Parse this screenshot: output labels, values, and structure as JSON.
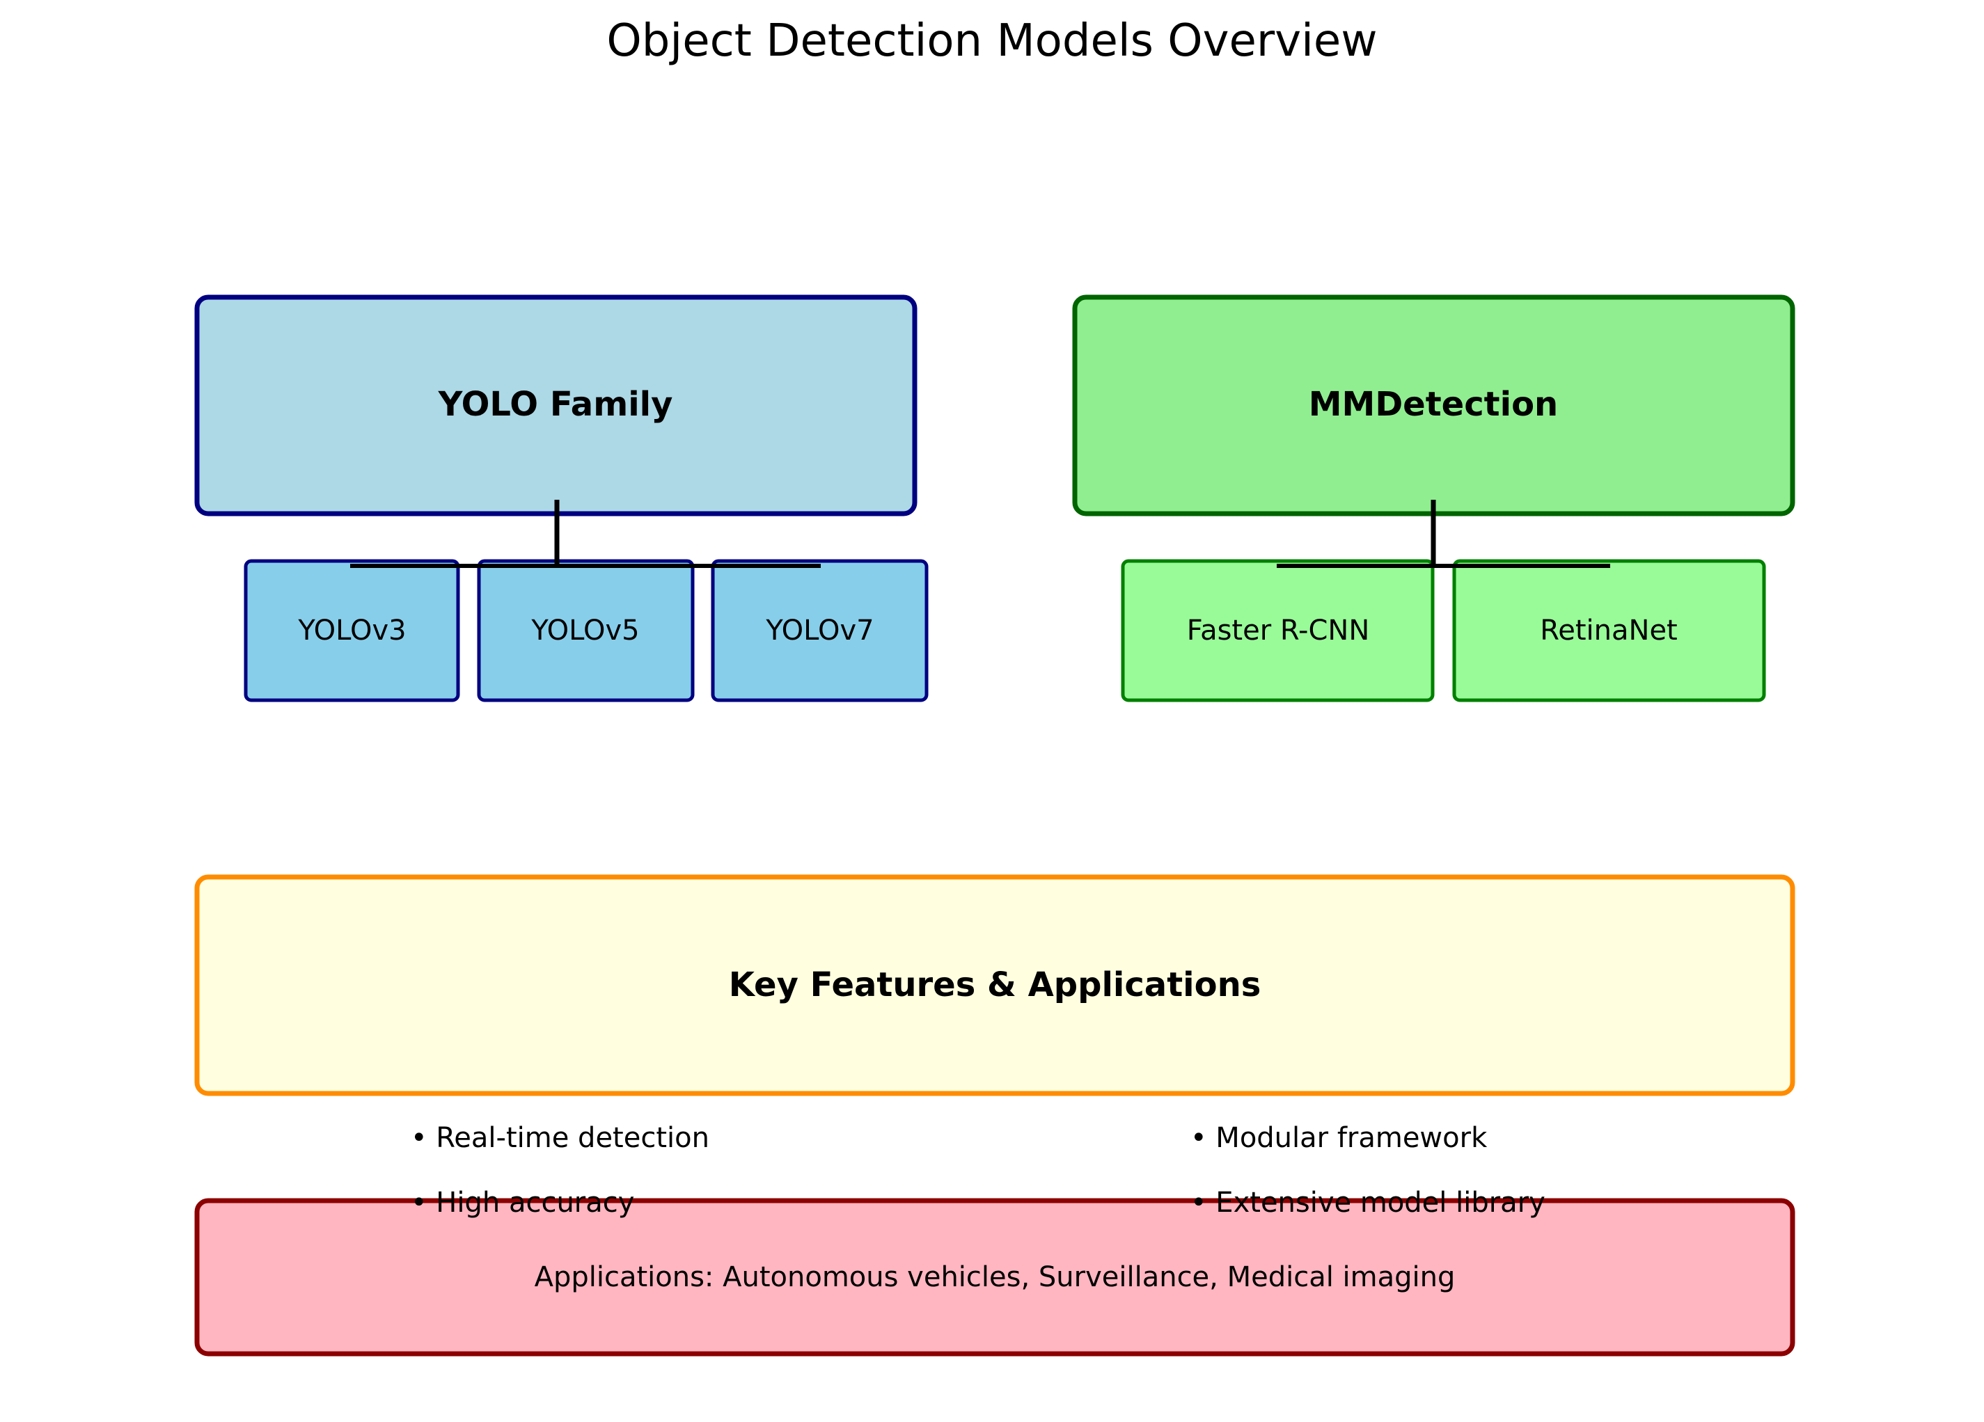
{
  "title": "Object Detection Models Overview",
  "groups": {
    "yolo": {
      "label": "YOLO Family",
      "fill": "#add8e6",
      "stroke": "#000080",
      "child_fill": "#87ceeb",
      "children": [
        "YOLOv3",
        "YOLOv5",
        "YOLOv7"
      ]
    },
    "mmdet": {
      "label": "MMDetection",
      "fill": "#90ee90",
      "stroke": "#006400",
      "child_fill": "#98fb98",
      "child_stroke": "#008000",
      "children": [
        "Faster R-CNN",
        "RetinaNet"
      ]
    }
  },
  "features": {
    "label": "Key Features & Applications",
    "fill": "#ffffe0",
    "stroke": "#ff8c00",
    "left_bullets": [
      "• Real-time detection",
      "• High accuracy"
    ],
    "right_bullets": [
      "• Modular framework",
      "• Extensive model library"
    ]
  },
  "applications": {
    "text": "Applications: Autonomous vehicles, Surveillance, Medical imaging",
    "fill": "#ffb6c1",
    "stroke": "#8b0000"
  },
  "connector_color": "#000000"
}
